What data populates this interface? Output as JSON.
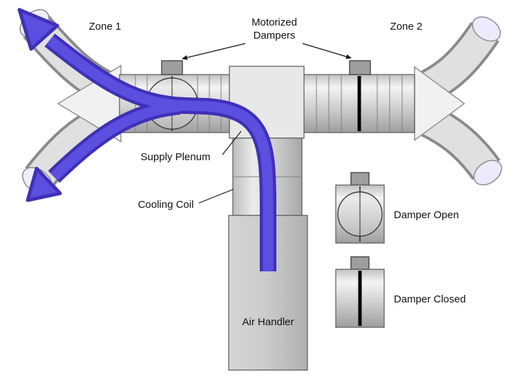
{
  "diagram": {
    "labels": {
      "zone1": "Zone 1",
      "zone2": "Zone 2",
      "motorized_line1": "Motorized",
      "motorized_line2": "Dampers",
      "supply_plenum": "Supply Plenum",
      "cooling_coil": "Cooling Coil",
      "air_handler": "Air Handler",
      "damper_open": "Damper Open",
      "damper_closed": "Damper Closed"
    },
    "colors": {
      "flow_arrow_core": "#5b4fe0",
      "flow_arrow_border": "#4030b8",
      "duct_light": "#f4f4f4",
      "duct_dark": "#9e9e9e",
      "outline": "#555555",
      "damper_closed_blade": "#000000",
      "text": "#111111"
    }
  }
}
